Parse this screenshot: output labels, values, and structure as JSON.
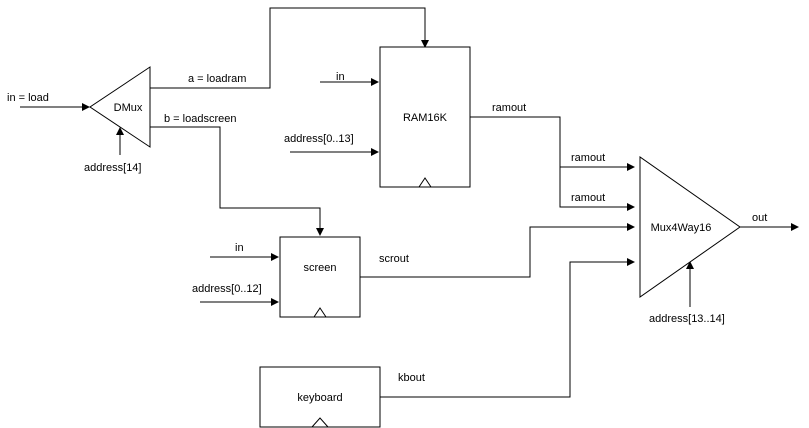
{
  "diagram": {
    "dmux": {
      "label": "DMux"
    },
    "ram": {
      "label": "RAM16K"
    },
    "screen": {
      "label": "screen"
    },
    "keyboard": {
      "label": "keyboard"
    },
    "mux": {
      "label": "Mux4Way16"
    },
    "labels": {
      "in_load": "in = load",
      "address14": "address[14]",
      "a_loadram": "a = loadram",
      "b_loadscreen": "b = loadscreen",
      "ram_in": "in",
      "ram_address": "address[0..13]",
      "ramout_out": "ramout",
      "ramout_a": "ramout",
      "ramout_b": "ramout",
      "screen_in": "in",
      "screen_address": "address[0..12]",
      "scrout": "scrout",
      "kbout": "kbout",
      "mux_address": "address[13..14]",
      "out": "out"
    }
  }
}
